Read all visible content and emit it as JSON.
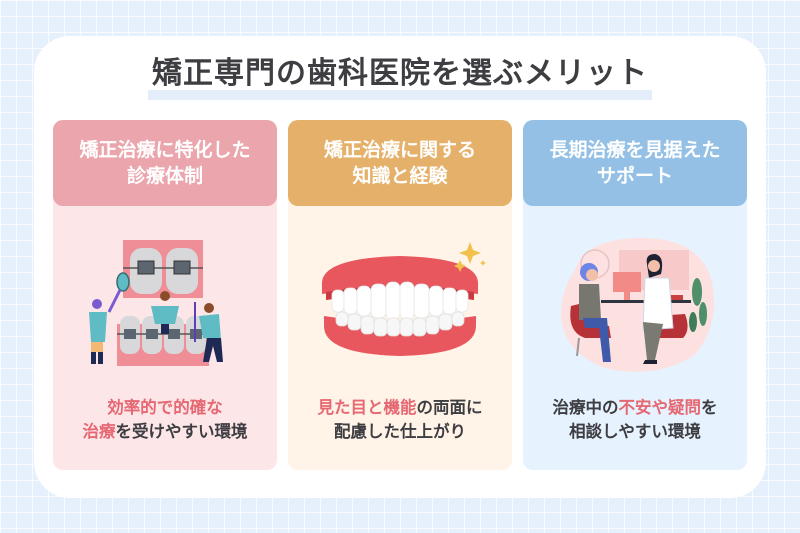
{
  "title": "矯正専門の歯科医院を選ぶメリット",
  "colors": {
    "background": "#e6f0fc",
    "title_text": "#3d3d42",
    "highlight_text": "#e56872",
    "card1_header": "#eba5ac",
    "card1_body": "#fde6e8",
    "card2_header": "#e5b16a",
    "card2_body": "#fff4e7",
    "card3_header": "#93c0e4",
    "card3_body": "#e6f2fe"
  },
  "cards": [
    {
      "heading_line1": "矯正治療に特化した",
      "heading_line2": "診療体制",
      "illustration": "braces-teeth-with-dentists-illustration",
      "body": {
        "line1_hl": "効率的で的確な",
        "line2_hl": "治療",
        "line2_rest": "を受けやすい環境"
      }
    },
    {
      "heading_line1": "矯正治療に関する",
      "heading_line2": "知識と経験",
      "illustration": "denture-teeth-with-sparkle-illustration",
      "body": {
        "line1_hl": "見た目と機能",
        "line1_rest": "の両面に",
        "line2": "配慮した仕上がり"
      }
    },
    {
      "heading_line1": "長期治療を見据えた",
      "heading_line2": "サポート",
      "illustration": "patient-doctor-consultation-illustration",
      "body": {
        "line1_pre": "治療中の",
        "line1_hl": "不安や疑問",
        "line1_post": "を",
        "line2": "相談しやすい環境"
      }
    }
  ]
}
